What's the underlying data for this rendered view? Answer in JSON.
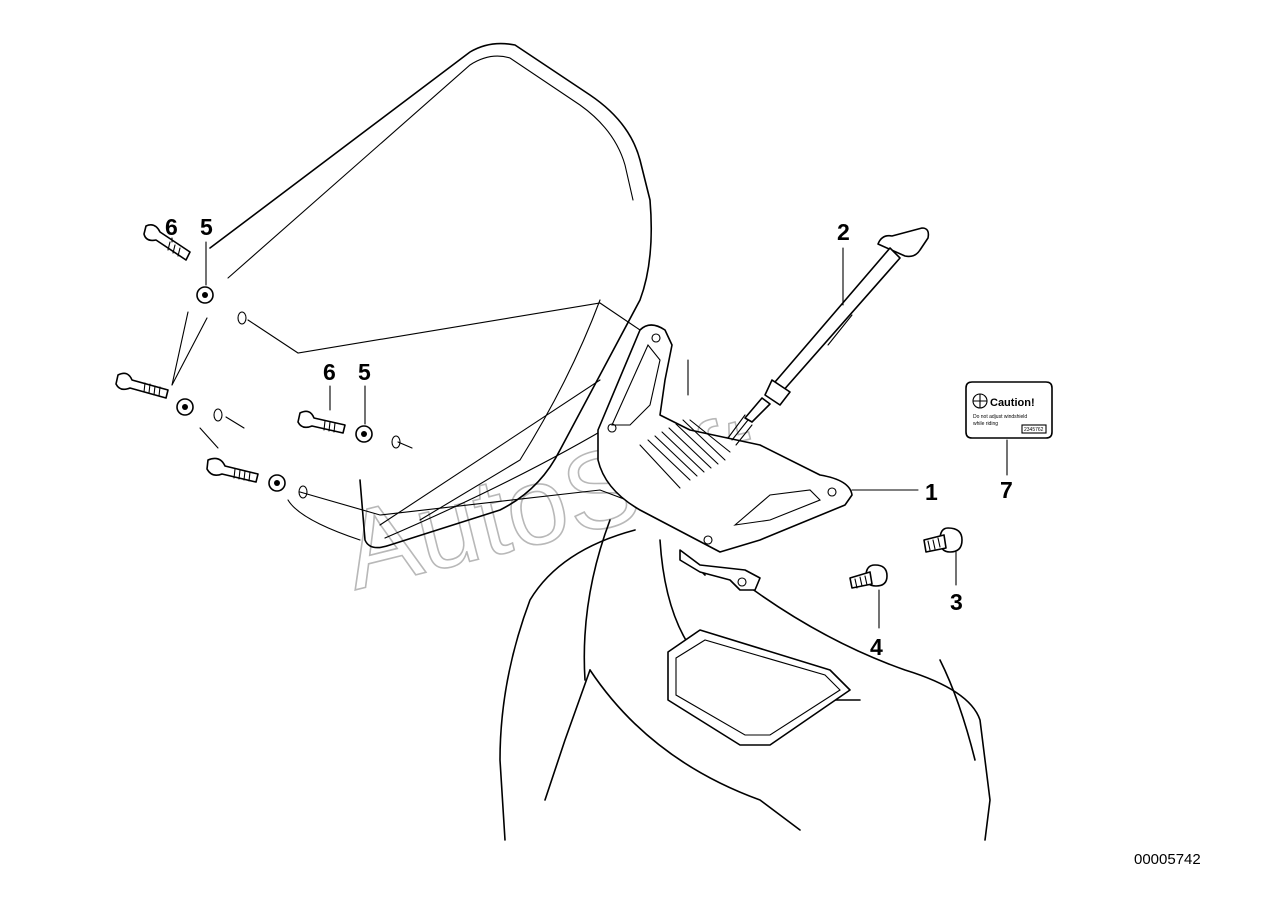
{
  "diagram": {
    "callouts": {
      "c1": "1",
      "c2": "2",
      "c3": "3",
      "c4": "4",
      "c5a": "5",
      "c5b": "5",
      "c6a": "6",
      "c6b": "6",
      "c7": "7"
    },
    "reference_number": "00005742",
    "watermark": "AutoSoft",
    "caution_label": {
      "title": "Caution!",
      "line1": "Do not adjust windshield",
      "line2": "while riding",
      "code": "2345762"
    }
  }
}
